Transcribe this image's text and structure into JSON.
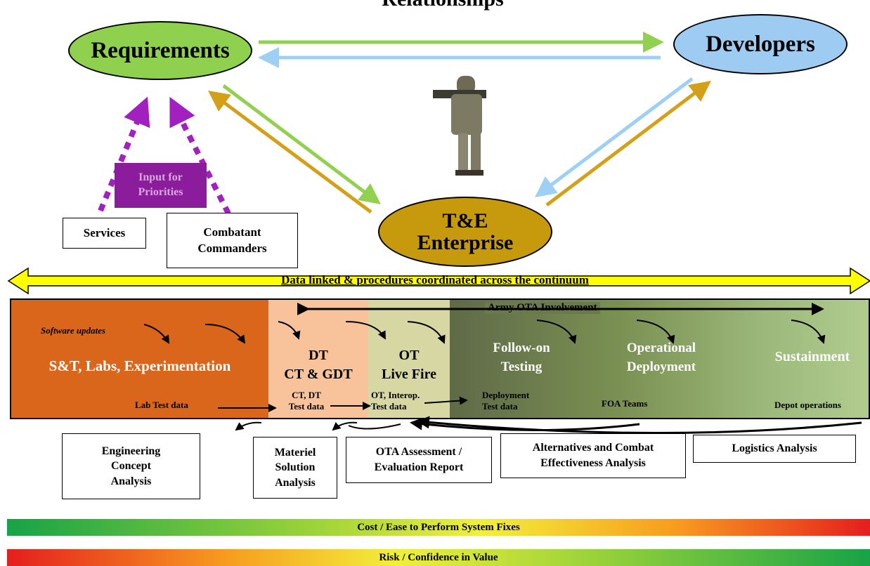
{
  "title": "Relationships",
  "nodes": {
    "requirements": "Requirements",
    "developers": "Developers",
    "te_line1": "T&E",
    "te_line2": "Enterprise"
  },
  "inputs": {
    "services": "Services",
    "combatant_line1": "Combatant",
    "combatant_line2": "Commanders",
    "priorities_line1": "Input for",
    "priorities_line2": "Priorities"
  },
  "continuum_label": "Data linked & procedures coordinated across the continuum",
  "army_ota_label": "Army OTA Involvement",
  "phases": {
    "software_updates": "Software updates",
    "st": "S&T, Labs, Experimentation",
    "dt_line1": "DT",
    "dt_line2": "CT & GDT",
    "ot_line1": "OT",
    "ot_line2": "Live Fire",
    "followon_line1": "Follow-on",
    "followon_line2": "Testing",
    "operational_line1": "Operational",
    "operational_line2": "Deployment",
    "sustainment": "Sustainment"
  },
  "data_labels": {
    "lab_test": "Lab Test data",
    "ctdt_line1": "CT, DT",
    "ctdt_line2": "Test data",
    "ot_interop_line1": "OT, Interop.",
    "ot_interop_line2": "Test data",
    "deploy_line1": "Deployment",
    "deploy_line2": "Test data",
    "foa": "FOA Teams",
    "depot": "Depot operations"
  },
  "analyses": {
    "eng_line1": "Engineering",
    "eng_line2": "Concept",
    "eng_line3": "Analysis",
    "mat_line1": "Materiel",
    "mat_line2": "Solution",
    "mat_line3": "Analysis",
    "ota_line1": "OTA Assessment /",
    "ota_line2": "Evaluation Report",
    "alt_line1": "Alternatives and Combat",
    "alt_line2": "Effectiveness Analysis",
    "logistics": "Logistics Analysis"
  },
  "bars": {
    "cost": "Cost / Ease to Perform System Fixes",
    "risk": "Risk  / Confidence in Value"
  },
  "colors": {
    "requirements": "#8fd14f",
    "developers": "#9dcbf2",
    "te": "#c79a0e",
    "purple": "#8b1c9c",
    "continuum_arrow": "#ffff00",
    "st_segment": "#d9661b",
    "dt_segment": "#f8c39a",
    "ot_segment": "#d7d7a4"
  }
}
